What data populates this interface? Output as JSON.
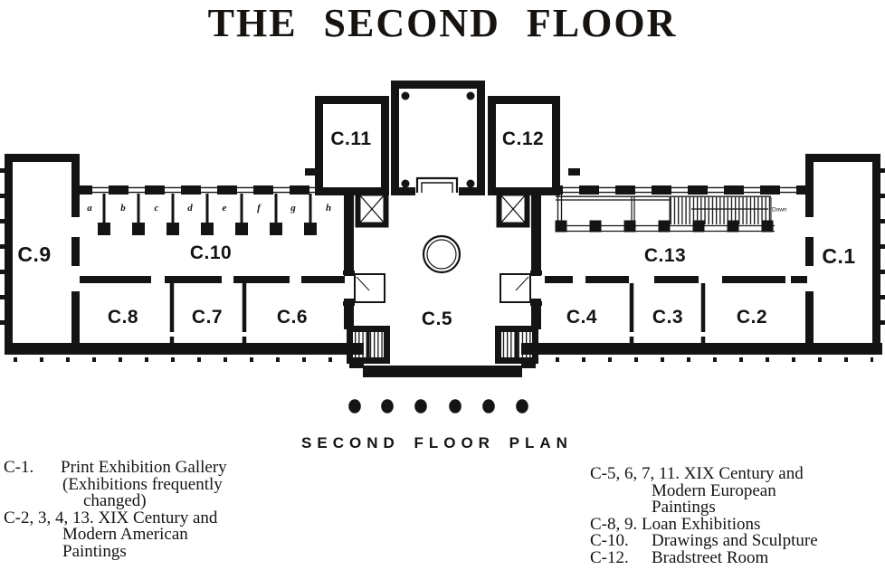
{
  "title": "THE SECOND FLOOR",
  "caption": "SECOND FLOOR PLAN",
  "plan": {
    "rooms": {
      "c1": "C.1",
      "c2": "C.2",
      "c3": "C.3",
      "c4": "C.4",
      "c5": "C.5",
      "c6": "C.6",
      "c7": "C.7",
      "c8": "C.8",
      "c9": "C.9",
      "c10": "C.10",
      "c11": "C.11",
      "c12": "C.12",
      "c13": "C.13"
    },
    "alcoves": [
      "a",
      "b",
      "c",
      "d",
      "e",
      "f",
      "g",
      "h"
    ],
    "down_label": "Down",
    "ink_color": "#141414",
    "paper_color": "#ffffff"
  },
  "legend": {
    "left": [
      {
        "term": "C-1.",
        "text": "Print Exhibition Gallery"
      },
      {
        "text": "(Exhibitions frequently"
      },
      {
        "text": "changed)"
      },
      {
        "text": "C-2, 3, 4, 13. XIX Century and"
      },
      {
        "text": "Modern American"
      },
      {
        "text": "Paintings"
      }
    ],
    "right": [
      {
        "text": "C-5, 6, 7, 11. XIX Century and"
      },
      {
        "text": "Modern European"
      },
      {
        "text": "Paintings"
      },
      {
        "text": "C-8, 9. Loan Exhibitions"
      },
      {
        "term": "C-10.",
        "text": "Drawings and Sculpture"
      },
      {
        "term": "C-12.",
        "text": "Bradstreet Room"
      }
    ]
  }
}
